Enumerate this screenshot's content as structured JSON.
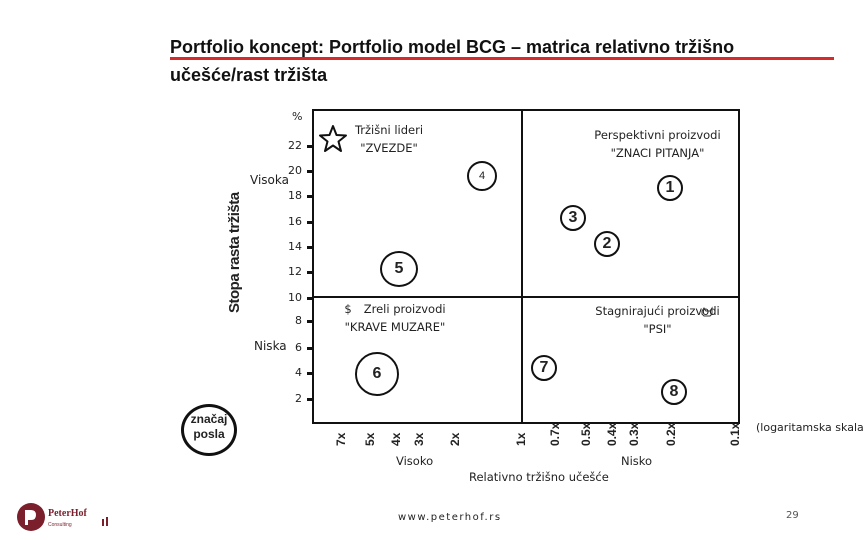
{
  "title": "Portfolio koncept: Portfolio model BCG – matrica relativno tržišno učešće/rast tržišta",
  "y_axis": {
    "unit": "%",
    "title": "Stopa rasta tržišta",
    "ticks": [
      "22",
      "20",
      "18",
      "16",
      "14",
      "12",
      "10",
      "8",
      "6",
      "4",
      "2"
    ],
    "high_label": "Visoka",
    "low_label": "Niska"
  },
  "x_axis": {
    "ticks": [
      "7x",
      "5x",
      "4x",
      "3x",
      "2x",
      "1x",
      "0.7x",
      "0.5x",
      "0.4x",
      "0.3x",
      "0.2x",
      "0.1x"
    ],
    "scale_note": "(logaritamska skala)",
    "high_label": "Visoko",
    "low_label": "Nisko",
    "title": "Relativno tržišno učešće"
  },
  "quadrants": {
    "stars": {
      "line1": "Tržišni lideri",
      "line2": "\"ZVEZDE\""
    },
    "question": {
      "line1": "Perspektivni proizvodi",
      "line2": "\"ZNACI PITANJA\""
    },
    "cows": {
      "symbol": "$",
      "line1": "Zreli proizvodi",
      "line2": "\"KRAVE MUZARE\""
    },
    "dogs": {
      "line1": "Stagnirajući proizvodi",
      "line2": "\"PSI\""
    }
  },
  "bubbles": [
    "4",
    "1",
    "3",
    "2",
    "5",
    "6",
    "7",
    "8"
  ],
  "legend": {
    "line1": "značaj",
    "line2": "posla"
  },
  "icons": {
    "star": "star-icon",
    "dog": "dog-icon"
  },
  "footer": {
    "logo_name": "PeterHof",
    "logo_sub": "Consulting",
    "website": "www.peterhof.rs",
    "page": "29"
  },
  "colors": {
    "accent": "#d62b2b",
    "logo": "#7a1f2b"
  }
}
